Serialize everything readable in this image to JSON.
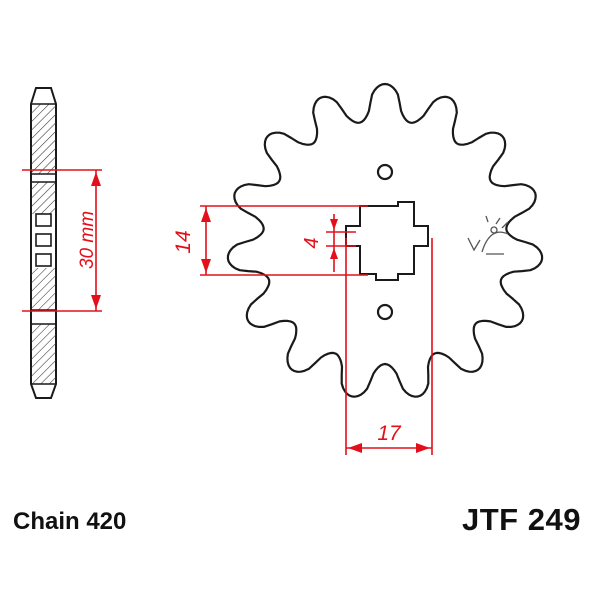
{
  "drawing": {
    "dimensions": {
      "side_pitch": "30 mm",
      "height": "14",
      "key": "4",
      "width": "17"
    },
    "sprocket": {
      "teeth": 15
    },
    "colors": {
      "outline": "#1a1a1a",
      "dimension": "#e3101b",
      "hatch": "#333333"
    },
    "icons": {
      "logo": "rider-logo-icon"
    }
  },
  "caption": {
    "chain": "Chain 420",
    "part_number": "JTF 249"
  }
}
